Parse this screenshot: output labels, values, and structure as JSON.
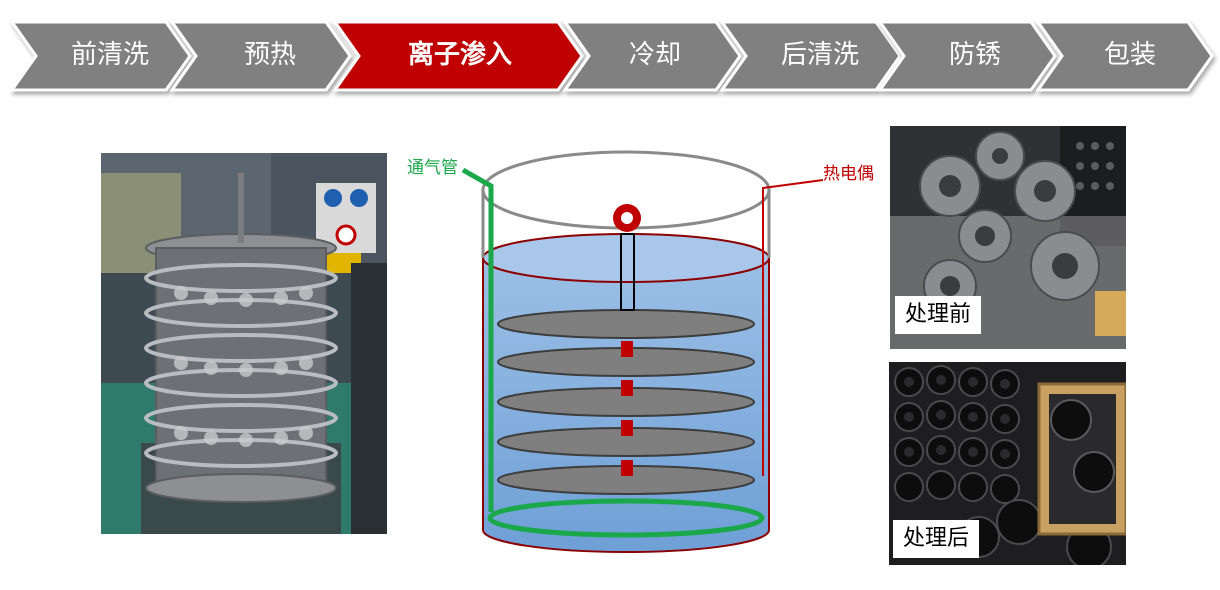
{
  "process": {
    "steps": [
      {
        "label": "前清洗",
        "active": false
      },
      {
        "label": "预热",
        "active": false
      },
      {
        "label": "离子渗入",
        "active": true
      },
      {
        "label": "冷却",
        "active": false
      },
      {
        "label": "后清洗",
        "active": false
      },
      {
        "label": "防锈",
        "active": false
      },
      {
        "label": "包装",
        "active": false
      }
    ],
    "colors": {
      "inactive": "#808080",
      "active": "#c00000",
      "text": "#ffffff"
    }
  },
  "diagram": {
    "gas_pipe_label": "通气管",
    "thermocouple_label": "热电偶",
    "colors": {
      "gas_pipe": "#1aa84a",
      "thermocouple": "#c00000",
      "liquid": "#8fb6e0",
      "trays": "#7f7f7f"
    }
  },
  "photos": {
    "rack": {
      "name": "fixture-rack-photo"
    },
    "before": {
      "caption": "处理前"
    },
    "after": {
      "caption": "处理后"
    }
  }
}
